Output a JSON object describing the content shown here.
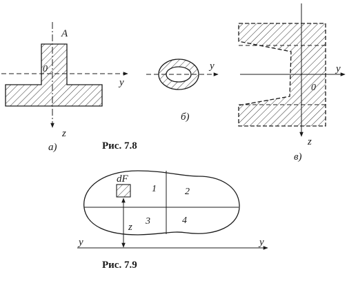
{
  "fig78": {
    "caption": "Рис. 7.8",
    "a": {
      "sub_label": "а)",
      "point_A": "A",
      "origin": "0",
      "axis_y": "y",
      "axis_z": "z"
    },
    "b": {
      "sub_label": "б)",
      "axis_y": "y"
    },
    "v": {
      "sub_label": "в)",
      "origin": "0",
      "axis_y": "y",
      "axis_z": "z"
    }
  },
  "fig79": {
    "caption": "Рис. 7.9",
    "element_label": "dF",
    "quadrants": [
      "1",
      "2",
      "3",
      "4"
    ],
    "axis_z": "z",
    "axis_y_left": "y",
    "axis_y_right": "y"
  },
  "colors": {
    "ink": "#1a1a1a",
    "background": "#ffffff"
  }
}
